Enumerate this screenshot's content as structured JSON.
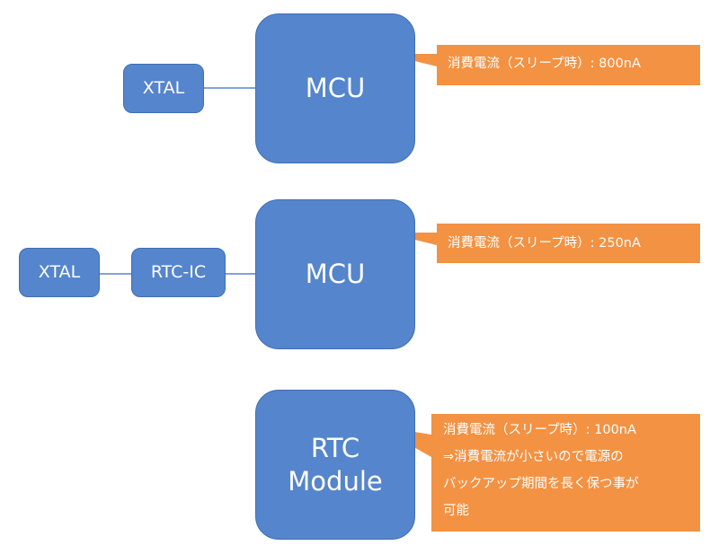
{
  "colors": {
    "box_fill": "#5585cc",
    "box_border": "#3f6fb5",
    "connector": "#5b84c8",
    "callout_fill": "#f39243",
    "text_on_box": "#ffffff",
    "text_on_callout": "#ffffff"
  },
  "diagram1": {
    "xtal_label": "XTAL",
    "mcu_label": "MCU",
    "note": "消費電流（スリープ時）: 800nA"
  },
  "diagram2": {
    "xtal_label": "XTAL",
    "rtc_ic_label": "RTC-IC",
    "mcu_label": "MCU",
    "note": "消費電流（スリープ時）: 250nA"
  },
  "diagram3": {
    "rtc_module_label": "RTC\nModule",
    "note_lines": [
      "消費電流（スリープ時）: 100nA",
      "⇒消費電流が小さいので電源の",
      "バックアップ期間を長く保つ事が",
      "可能"
    ]
  }
}
